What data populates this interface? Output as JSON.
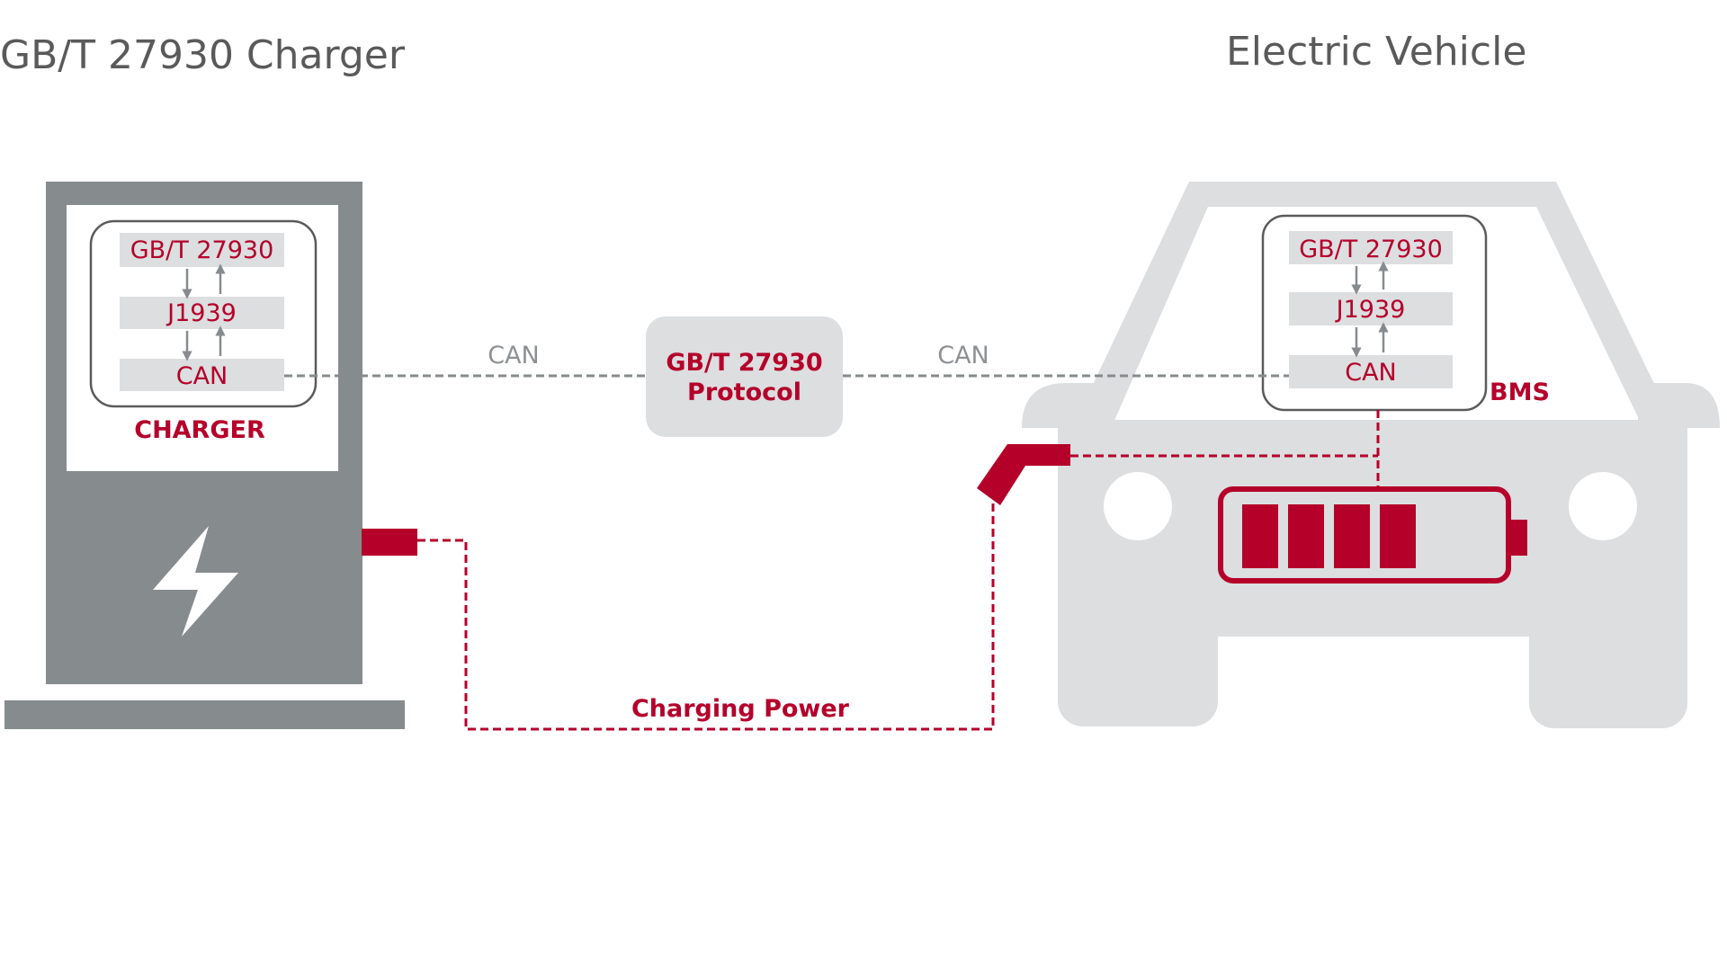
{
  "titles": {
    "charger": "GB/T 27930 Charger",
    "vehicle": "Electric Vehicle"
  },
  "charger": {
    "label": "CHARGER",
    "stack": {
      "top": "GB/T 27930",
      "middle": "J1939",
      "bottom": "CAN"
    }
  },
  "bms": {
    "label": "BMS",
    "stack": {
      "top": "GB/T 27930",
      "middle": "J1939",
      "bottom": "CAN"
    }
  },
  "protocol": {
    "line1": "GB/T 27930",
    "line2": "Protocol"
  },
  "links": {
    "can_left": "CAN",
    "can_right": "CAN",
    "power": "Charging Power"
  },
  "battery": {
    "filled_segments": 4,
    "total_segments": 6
  },
  "colors": {
    "accent_red": "#b5002a",
    "dark_gray": "#868b8e",
    "light_gray": "#dcdee0",
    "title_gray": "#5a5a5a",
    "label_gray": "#8e9194"
  },
  "icons": {
    "power": "lightning-bolt-icon",
    "updown": "up-down-arrows-icon"
  }
}
